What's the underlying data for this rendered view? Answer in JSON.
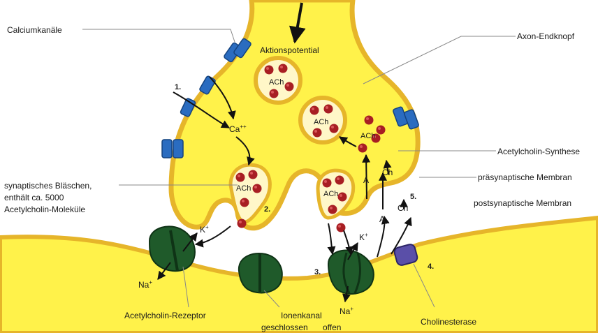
{
  "labels": {
    "calcium_channels": "Calciumkanäle",
    "action_potential": "Aktionspotential",
    "axon_terminal": "Axon-Endknopf",
    "ach_synthesis": "Acetylcholin-Synthese",
    "presynaptic_membrane": "präsynaptische Membran",
    "postsynaptic_membrane": "postsynaptische Membran",
    "vesicle_line1": "synaptisches Bläschen,",
    "vesicle_line2": "enthält ca. 5000",
    "vesicle_line3": "Acetylcholin-Moleküle",
    "ach_receptor": "Acetylcholin-Rezeptor",
    "ion_channel_label": "Ionenkanal",
    "closed": "geschlossen",
    "open": "offen",
    "cholinesterase": "Cholinesterase"
  },
  "molecules": {
    "ach": "ACh",
    "calcium": "Ca",
    "calcium_charge": "++",
    "potassium": "K",
    "sodium": "Na",
    "plus": "+",
    "acetate": "A",
    "choline": "Ch"
  },
  "steps": [
    "1.",
    "2.",
    "3.",
    "4.",
    "5."
  ],
  "colors": {
    "cytoplasm": "#fff24a",
    "membrane": "#e6b52a",
    "ach_dot": "#a81e23",
    "channel_blue": "#2a6cc0",
    "receptor_green": "#1f5a2a",
    "enzyme_purple": "#5a4fa8"
  }
}
